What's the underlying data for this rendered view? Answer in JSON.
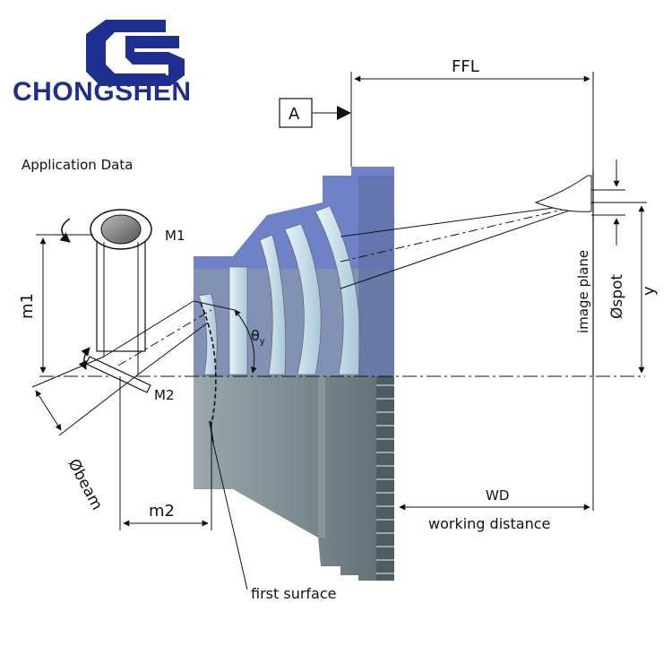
{
  "brand": {
    "name": "CHONGSHEN",
    "colors": {
      "primary": "#1d2f8f"
    }
  },
  "title": "Application Data",
  "labels": {
    "datum": "A",
    "ffl": "FFL",
    "mirror1": "M1",
    "mirror2": "M2",
    "m1": "m1",
    "m2": "m2",
    "theta": "θ",
    "theta_sub": "y",
    "beam": "Øbeam",
    "spot": "Øspot",
    "image_plane": "image plane",
    "y": "y",
    "wd": "WD",
    "working_distance": "working distance",
    "first_surface": "first surface"
  },
  "colors": {
    "lens_top": "#6f82c8",
    "lens_element": "#cfe3ee",
    "housing": "#8a9aa0",
    "line": "#111111"
  },
  "icons": [
    "rotation-arrow-icon",
    "tilt-arrow-icon",
    "datum-triangle-icon"
  ]
}
